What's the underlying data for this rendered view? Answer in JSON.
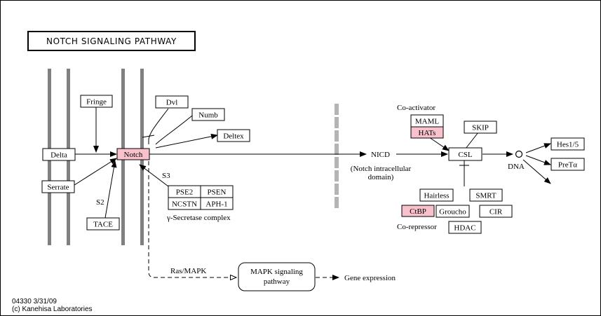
{
  "title": "NOTCH SIGNALING PATHWAY",
  "colors": {
    "highlight": "#f9c1cb",
    "membrane": "#808080",
    "nuclear": "#b4b4b4"
  },
  "nodes": {
    "fringe": "Fringe",
    "delta": "Delta",
    "serrate": "Serrate",
    "notch": "Notch",
    "tace": "TACE",
    "dvl": "Dvl",
    "numb": "Numb",
    "deltex": "Deltex",
    "pse2": "PSE2",
    "psen": "PSEN",
    "ncstn": "NCSTN",
    "aph1": "APH-1",
    "maml": "MAML",
    "hats": "HATs",
    "skip": "SKIP",
    "csl": "CSL",
    "hes": "Hes1/5",
    "pret": "PreTα",
    "hairless": "Hairless",
    "smrt": "SMRT",
    "ctbp": "CtBP",
    "groucho": "Groucho",
    "cir": "CIR",
    "hdac": "HDAC",
    "mapk_line1": "MAPK signaling",
    "mapk_line2": "pathway"
  },
  "labels": {
    "s2": "S2",
    "s3": "S3",
    "gamma": "γ-Secretase complex",
    "nicd": "NICD",
    "nicd_desc1": "(Notch intracellular",
    "nicd_desc2": "domain)",
    "coactivator": "Co-activator",
    "corepressor": "Co-repressor",
    "dna": "DNA",
    "rasmapk": "Ras/MAPK",
    "gene_expression": "Gene expression",
    "footer1": "04330 3/31/09",
    "footer2": "(c) Kanehisa Laboratories"
  }
}
